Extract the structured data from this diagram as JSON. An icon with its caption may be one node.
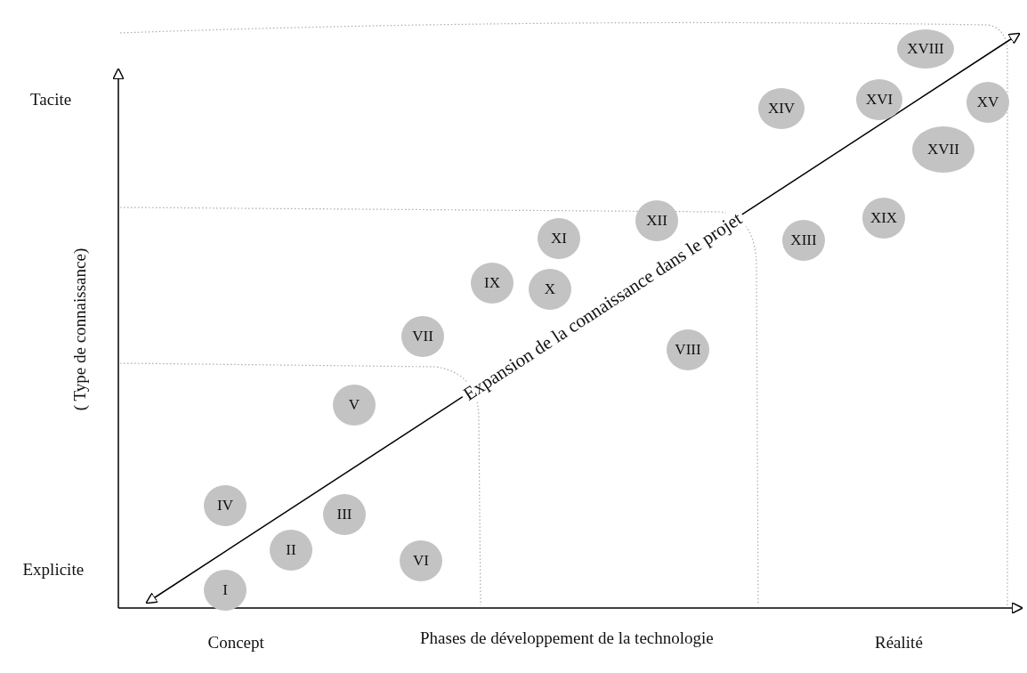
{
  "diagram": {
    "nodes": [
      {
        "text": [
          "I"
        ]
      },
      {
        "text": [
          "II"
        ]
      },
      {
        "text": [
          "III"
        ]
      },
      {
        "text": [
          "IV"
        ]
      },
      {
        "text": [
          "V"
        ]
      },
      {
        "text": [
          "VI"
        ]
      },
      {
        "text": [
          "VII"
        ]
      },
      {
        "text": [
          "VIII"
        ]
      },
      {
        "text": [
          "IX"
        ]
      },
      {
        "text": [
          "X"
        ]
      },
      {
        "text": [
          "XI"
        ]
      },
      {
        "text": [
          "XII"
        ]
      },
      {
        "text": [
          "XIII"
        ]
      },
      {
        "text": [
          "XIV"
        ]
      },
      {
        "text": [
          "XV"
        ]
      },
      {
        "text": [
          "XVI"
        ]
      },
      {
        "text": [
          "XVII"
        ]
      },
      {
        "text": [
          "XVIII"
        ]
      },
      {
        "text": [
          "XIX"
        ]
      }
    ],
    "labels": [
      "Tacite",
      "Explicite",
      "( Type de connaissance)",
      "Expansion de la connaissance dans le projet",
      "Concept",
      "Phases de développement de la technologie",
      "Réalité"
    ]
  }
}
